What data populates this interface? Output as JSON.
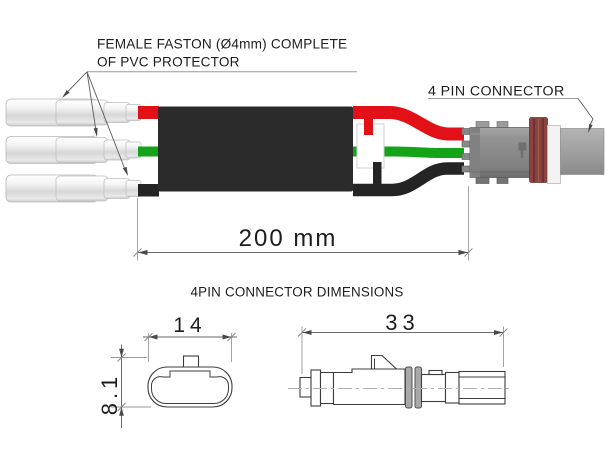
{
  "assembly": {
    "faston_label_line1": "FEMALE FASTON (Ø4mm) COMPLETE",
    "faston_label_line2": "OF PVC PROTECTOR",
    "connector_label": "4 PIN CONNECTOR",
    "length_label": "200 mm",
    "faston_count": 3,
    "wires": [
      "red",
      "green",
      "black"
    ]
  },
  "dimensions": {
    "title": "4PIN CONNECTOR DIMENSIONS",
    "front_width": "14",
    "front_height": "8.1",
    "side_length": "33"
  },
  "colors": {
    "background": "#ffffff",
    "wire_red": "#e21118",
    "wire_green": "#15a419",
    "wire_black": "#242424",
    "sleeve_black": "#2b2b2b",
    "seal_maroon": "#8a4340",
    "connector_gray": "#8d8d8d",
    "drawing_line": "#3d3d3d",
    "dimension_line": "#8c8c8c",
    "text": "#1d1d1d"
  }
}
